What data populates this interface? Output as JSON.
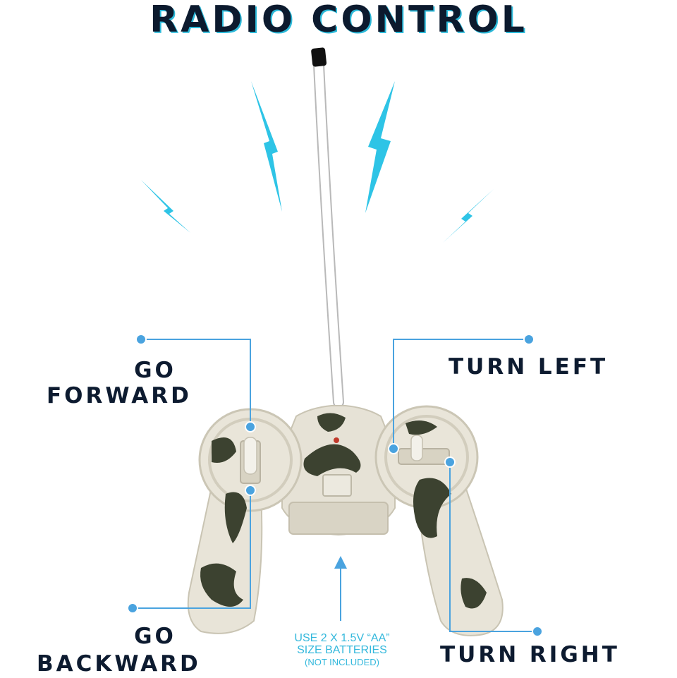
{
  "title": "RADIO CONTROL",
  "labels": {
    "go_forward_line1": "GO",
    "go_forward_line2": "FORWARD",
    "turn_left": "TURN LEFT",
    "go_backward_line1": "GO",
    "go_backward_line2": "BACKWARD",
    "turn_right": "TURN RIGHT"
  },
  "battery_note": {
    "line1": "USE 2 X 1.5V “AA”",
    "line2": "SIZE BATTERIES",
    "line3": "(NOT INCLUDED)"
  },
  "colors": {
    "accent": "#2bb9d9",
    "callout_line": "#4aa3df",
    "text": "#0d1b30",
    "controller_body": "#e6e2d6",
    "camo": "#3c4230"
  },
  "icons": [
    "lightning-bolt-icon",
    "antenna",
    "callout-dot-icon",
    "arrow-up-icon"
  ]
}
